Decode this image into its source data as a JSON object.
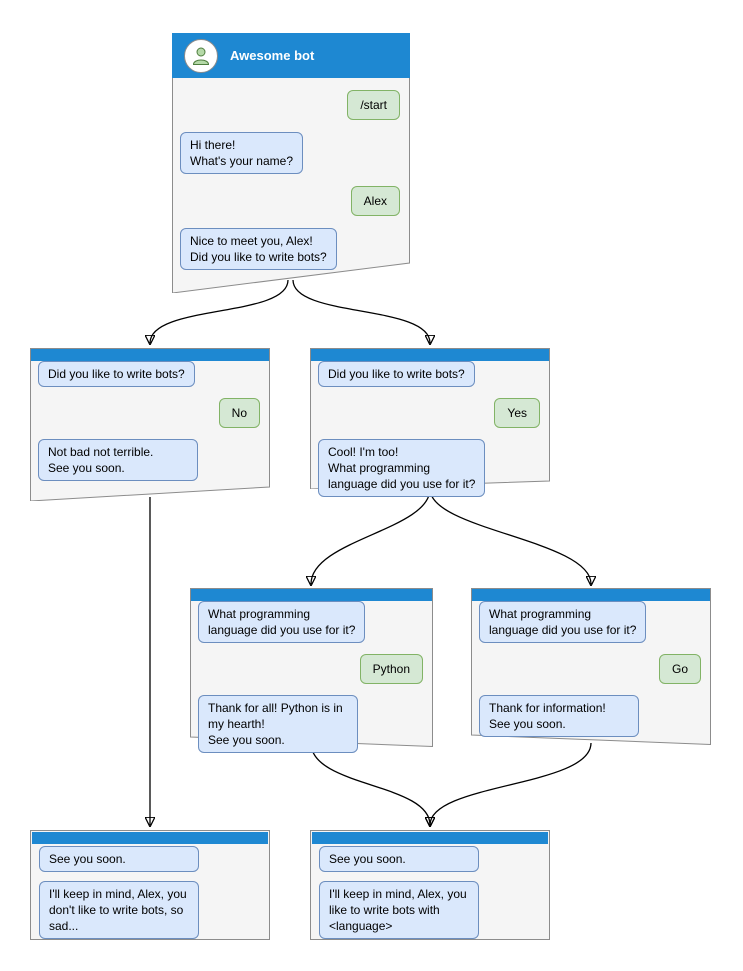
{
  "colors": {
    "header_blue": "#1e88d2",
    "window_bg": "#f5f5f5",
    "window_border": "#8c8c8c",
    "bot_bubble_bg": "#dae8fc",
    "bot_bubble_border": "#6c8ebf",
    "user_bubble_bg": "#d5e8d4",
    "user_bubble_border": "#82b366",
    "avatar_icon_fill": "#b5d9a8",
    "avatar_icon_stroke": "#4e7d3e",
    "arrow_color": "#000000"
  },
  "windows": {
    "main": {
      "title": "Awesome bot",
      "avatar_icon": "person-icon",
      "start_cmd": "/start",
      "greeting": "Hi there!\nWhat's your name?",
      "name_answer": "Alex",
      "bots_question": "Nice to meet you, Alex!\nDid you like to write bots?"
    },
    "branch_no": {
      "question": "Did you like to write bots?",
      "answer": "No",
      "reply": "Not bad not terrible.\nSee you soon."
    },
    "branch_yes": {
      "question": "Did you like to write bots?",
      "answer": "Yes",
      "reply": "Cool! I'm too!\nWhat programming\nlanguage did you use for it?"
    },
    "branch_python": {
      "question": "What programming\nlanguage did you use for it?",
      "answer": "Python",
      "reply": "Thank for all! Python is in\nmy hearth!\nSee you soon."
    },
    "branch_go": {
      "question": "What programming\nlanguage did you use for it?",
      "answer": "Go",
      "reply": "Thank for information!\nSee you soon."
    },
    "end_no": {
      "intro": "See you soon.",
      "reply": "I'll keep in mind, Alex, you\ndon't like to write bots, so\nsad..."
    },
    "end_yes": {
      "intro": "See you soon.",
      "reply": "I'll keep in mind, Alex, you\nlike to write bots with\n<language>"
    }
  },
  "edges": [
    {
      "from": "main",
      "to": "branch_no"
    },
    {
      "from": "main",
      "to": "branch_yes"
    },
    {
      "from": "branch_yes",
      "to": "branch_python"
    },
    {
      "from": "branch_yes",
      "to": "branch_go"
    },
    {
      "from": "branch_no",
      "to": "end_no"
    },
    {
      "from": "branch_python",
      "to": "end_yes"
    },
    {
      "from": "branch_go",
      "to": "end_yes"
    }
  ]
}
